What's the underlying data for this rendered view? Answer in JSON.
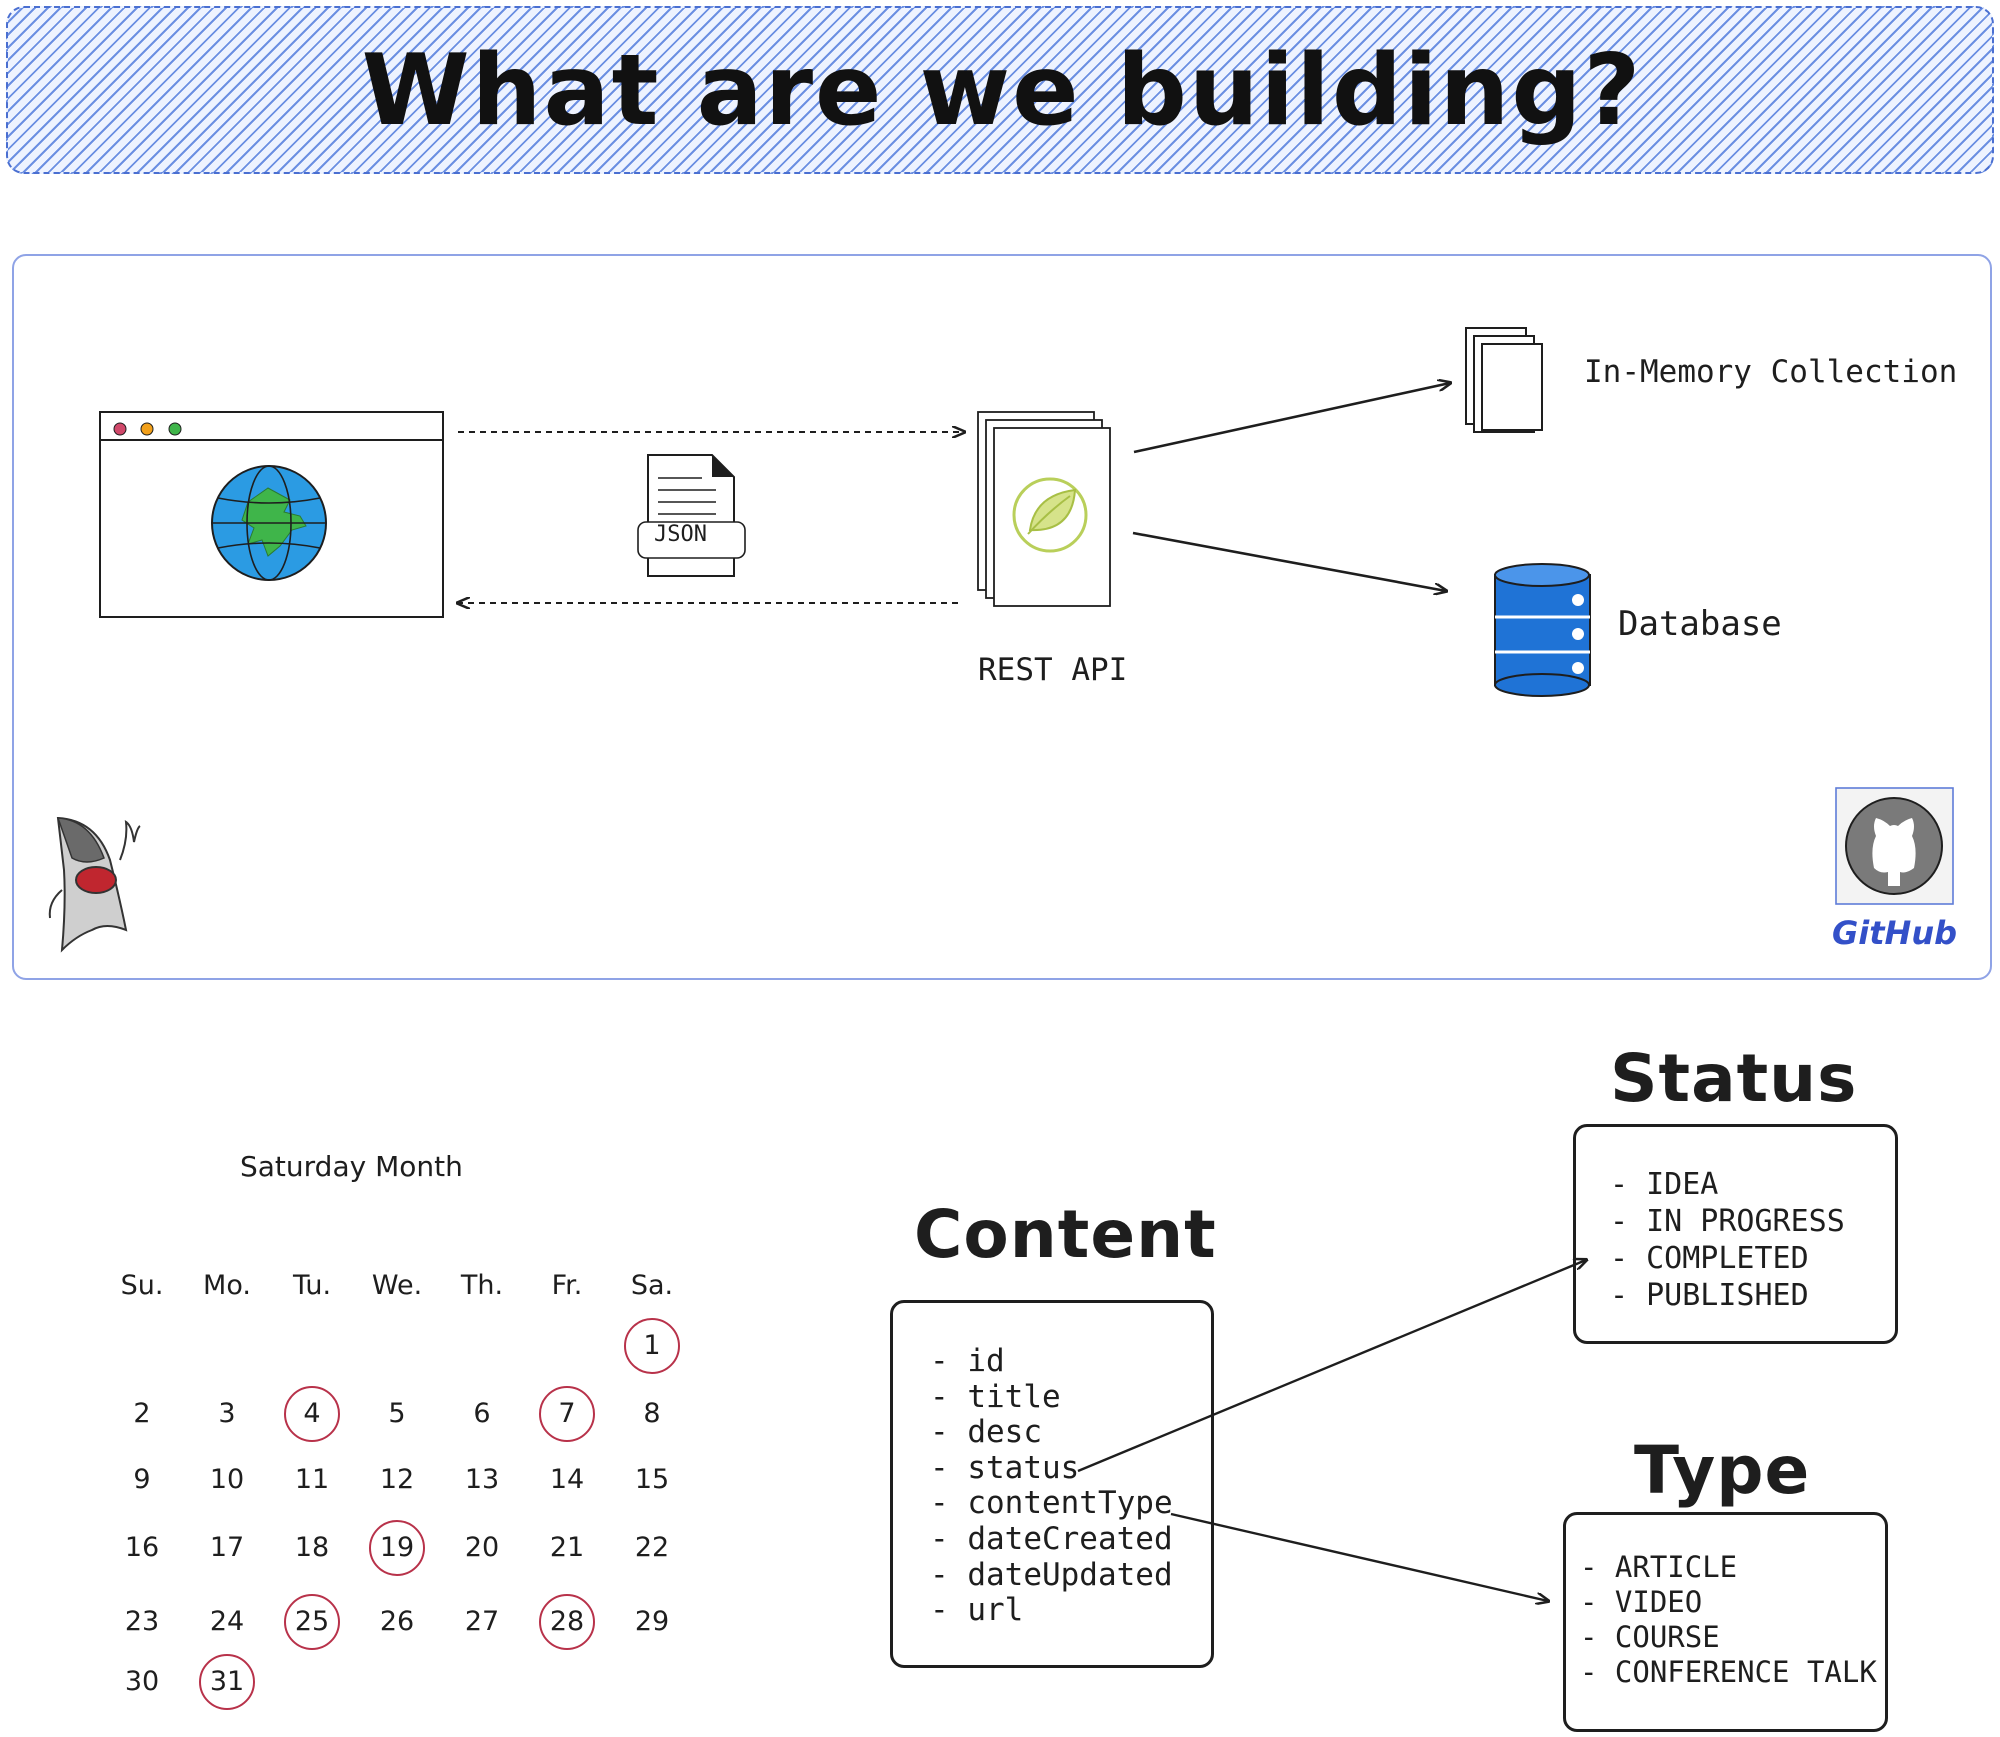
{
  "title": "What are we building?",
  "architecture": {
    "json_label": "JSON",
    "rest_api_label": "REST API",
    "in_memory_label": "In-Memory Collection",
    "database_label": "Database",
    "github_label": "GitHub",
    "colors": {
      "banner": "#4a6fd1",
      "frame": "#8fa3e6",
      "globe_water": "#2b9be3",
      "globe_land": "#3fb54a",
      "database": "#1f73d6",
      "spring_leaf": "#b9cf5a",
      "github": "#3350c8"
    },
    "icons": [
      "browser-window-icon",
      "globe-icon",
      "json-document-icon",
      "spring-server-icon",
      "document-stack-icon",
      "database-icon",
      "duke-mascot-icon",
      "github-icon"
    ]
  },
  "calendar": {
    "title": "Saturday Month",
    "weekdays": [
      "Su.",
      "Mo.",
      "Tu.",
      "We.",
      "Th.",
      "Fr.",
      "Sa."
    ],
    "weeks": [
      [
        "",
        "",
        "",
        "",
        "",
        "",
        "1"
      ],
      [
        "2",
        "3",
        "4",
        "5",
        "6",
        "7",
        "8"
      ],
      [
        "9",
        "10",
        "11",
        "12",
        "13",
        "14",
        "15"
      ],
      [
        "16",
        "17",
        "18",
        "19",
        "20",
        "21",
        "22"
      ],
      [
        "23",
        "24",
        "25",
        "26",
        "27",
        "28",
        "29"
      ],
      [
        "30",
        "31",
        "",
        "",
        "",
        "",
        ""
      ]
    ],
    "circled_days": [
      "1",
      "4",
      "7",
      "19",
      "25",
      "28",
      "31"
    ],
    "circle_color": "#b8324a"
  },
  "content_model": {
    "title": "Content",
    "fields": [
      "id",
      "title",
      "desc",
      "status",
      "contentType",
      "dateCreated",
      "dateUpdated",
      "url"
    ]
  },
  "status_enum": {
    "title": "Status",
    "values": [
      "IDEA",
      "IN PROGRESS",
      "COMPLETED",
      "PUBLISHED"
    ]
  },
  "type_enum": {
    "title": "Type",
    "values": [
      "ARTICLE",
      "VIDEO",
      "COURSE",
      "CONFERENCE TALK"
    ]
  }
}
